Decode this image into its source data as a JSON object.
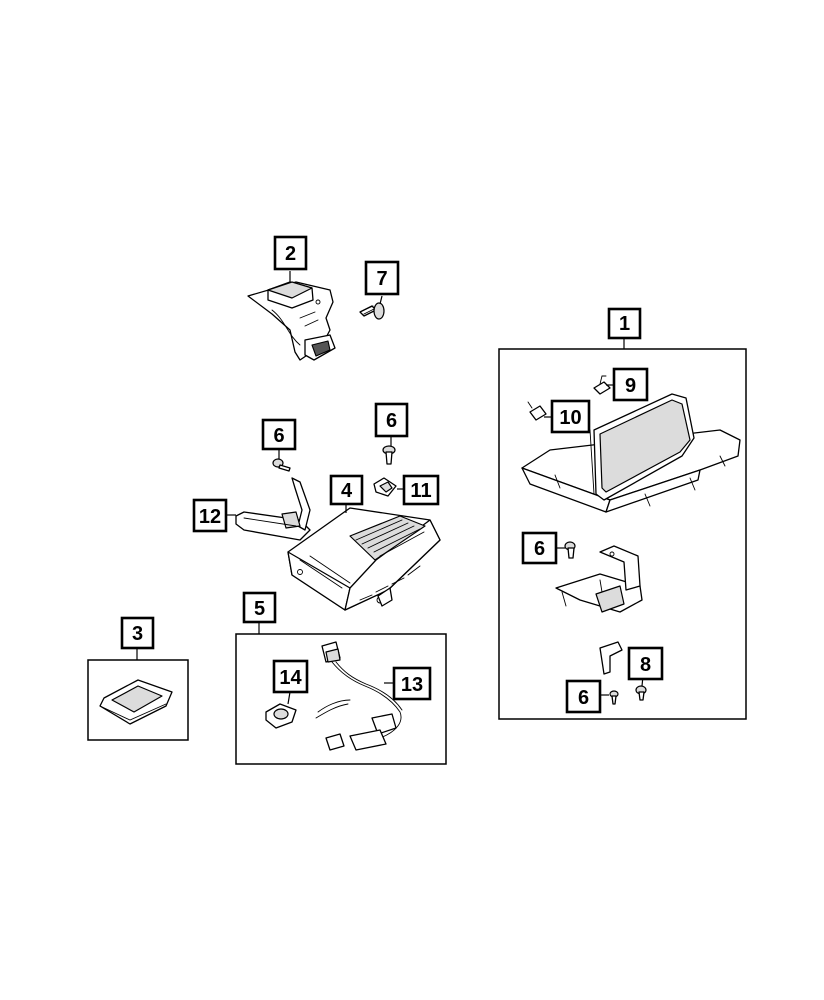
{
  "callouts": {
    "c1": "1",
    "c2": "2",
    "c3": "3",
    "c4": "4",
    "c5": "5",
    "c6a": "6",
    "c6b": "6",
    "c6c": "6",
    "c6d": "6",
    "c7": "7",
    "c8": "8",
    "c9": "9",
    "c10": "10",
    "c11": "11",
    "c12": "12",
    "c13": "13",
    "c14": "14"
  }
}
